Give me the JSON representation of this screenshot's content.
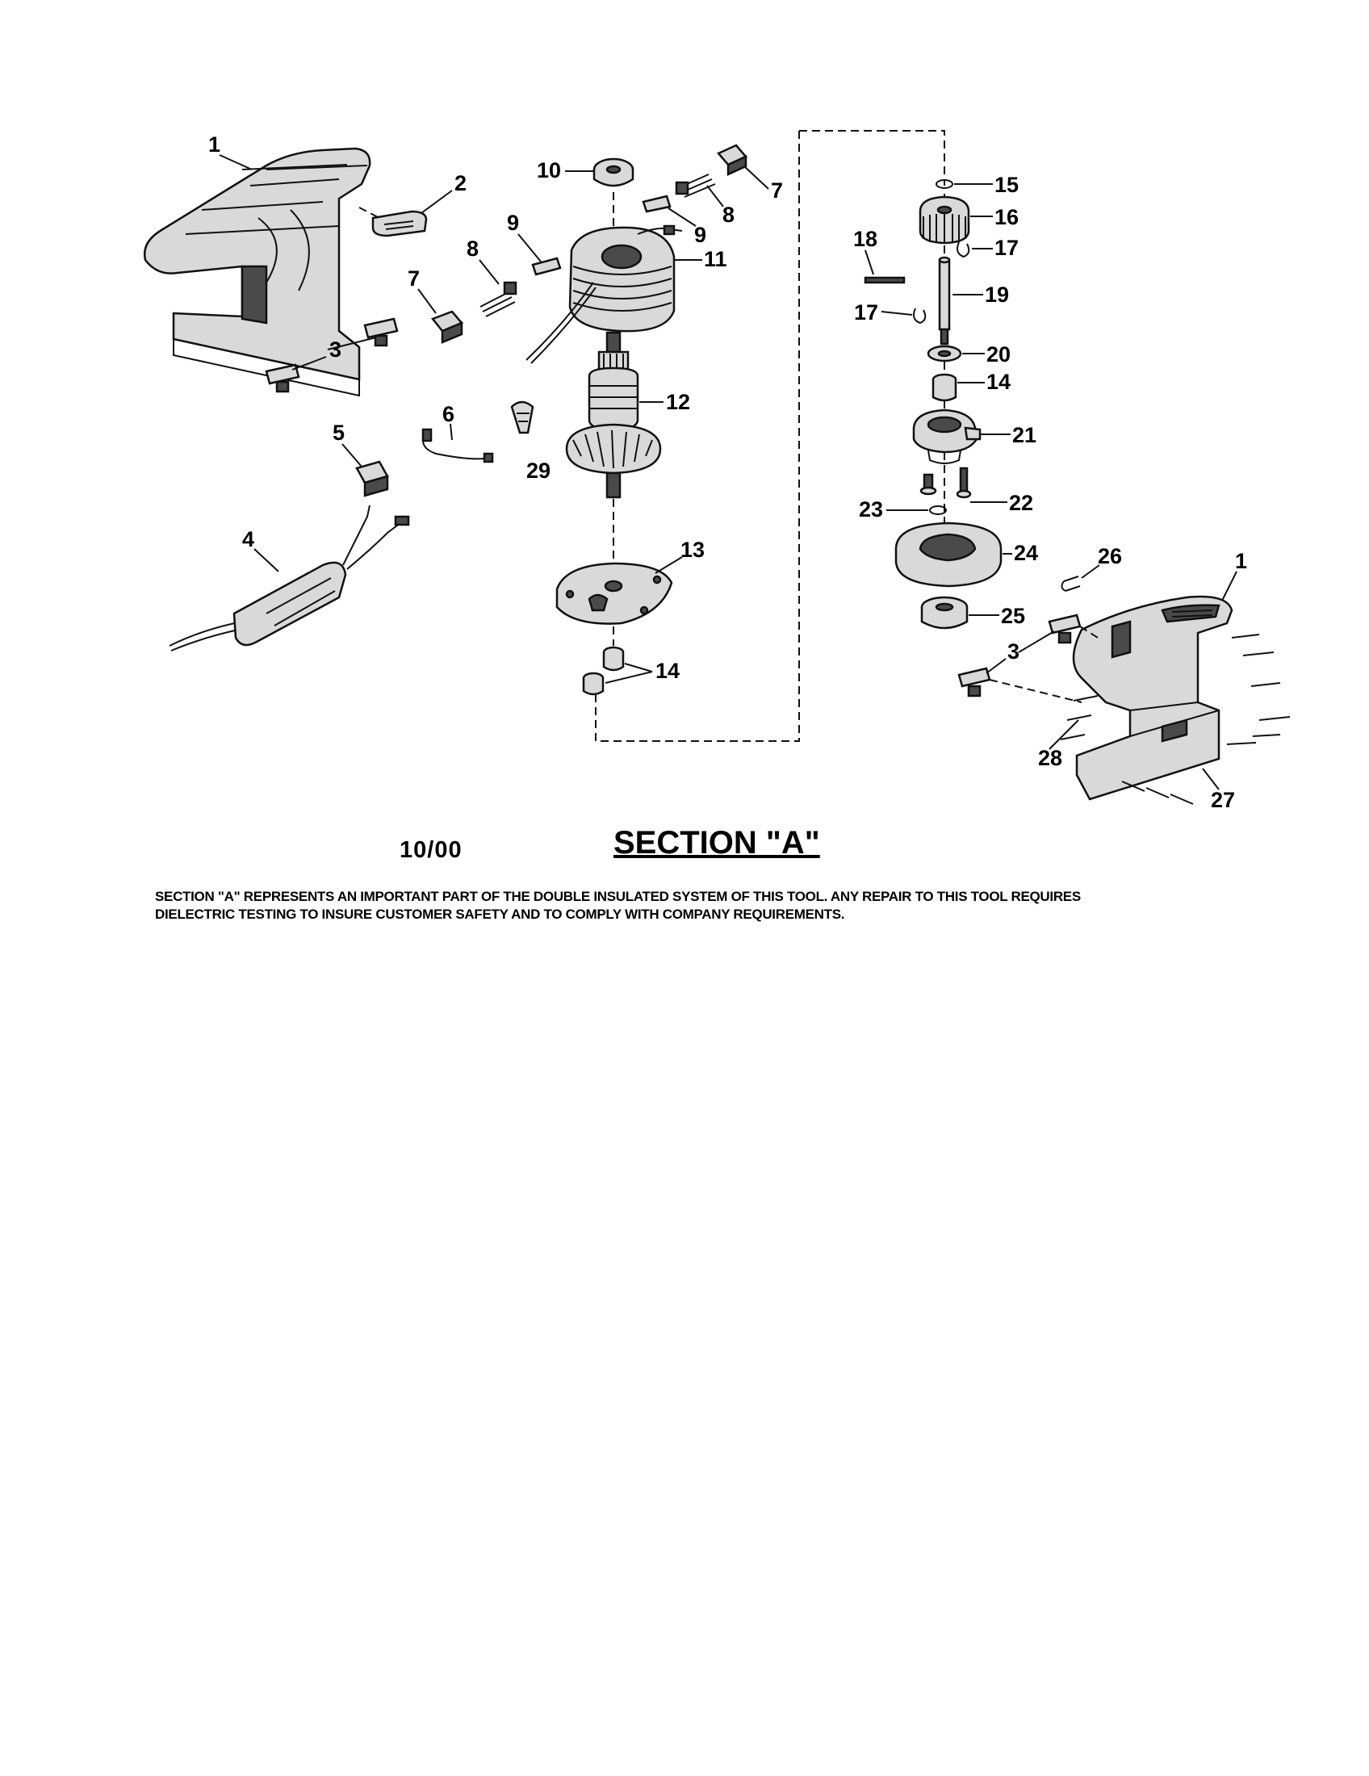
{
  "diagram": {
    "callouts": {
      "p1a": "1",
      "p2": "2",
      "p3a": "3",
      "p4": "4",
      "p5": "5",
      "p6": "6",
      "p7a": "7",
      "p7b": "7",
      "p8a": "8",
      "p8b": "8",
      "p9a": "9",
      "p9b": "9",
      "p10": "10",
      "p11": "11",
      "p12": "12",
      "p13": "13",
      "p14a": "14",
      "p14b": "14",
      "p15": "15",
      "p16": "16",
      "p17a": "17",
      "p17b": "17",
      "p18": "18",
      "p19": "19",
      "p20": "20",
      "p21": "21",
      "p22": "22",
      "p23": "23",
      "p24": "24",
      "p25": "25",
      "p26": "26",
      "p1b": "1",
      "p3b": "3",
      "p28": "28",
      "p27": "27",
      "p29": "29"
    }
  },
  "footer": {
    "date": "10/00",
    "section_title": "SECTION \"A\"",
    "notice_line1": "SECTION \"A\" REPRESENTS AN IMPORTANT PART OF THE DOUBLE INSULATED SYSTEM OF THIS TOOL. ANY REPAIR TO THIS TOOL REQUIRES",
    "notice_line2": "DIELECTRIC TESTING TO INSURE CUSTOMER SAFETY AND TO COMPLY WITH COMPANY REQUIREMENTS."
  }
}
